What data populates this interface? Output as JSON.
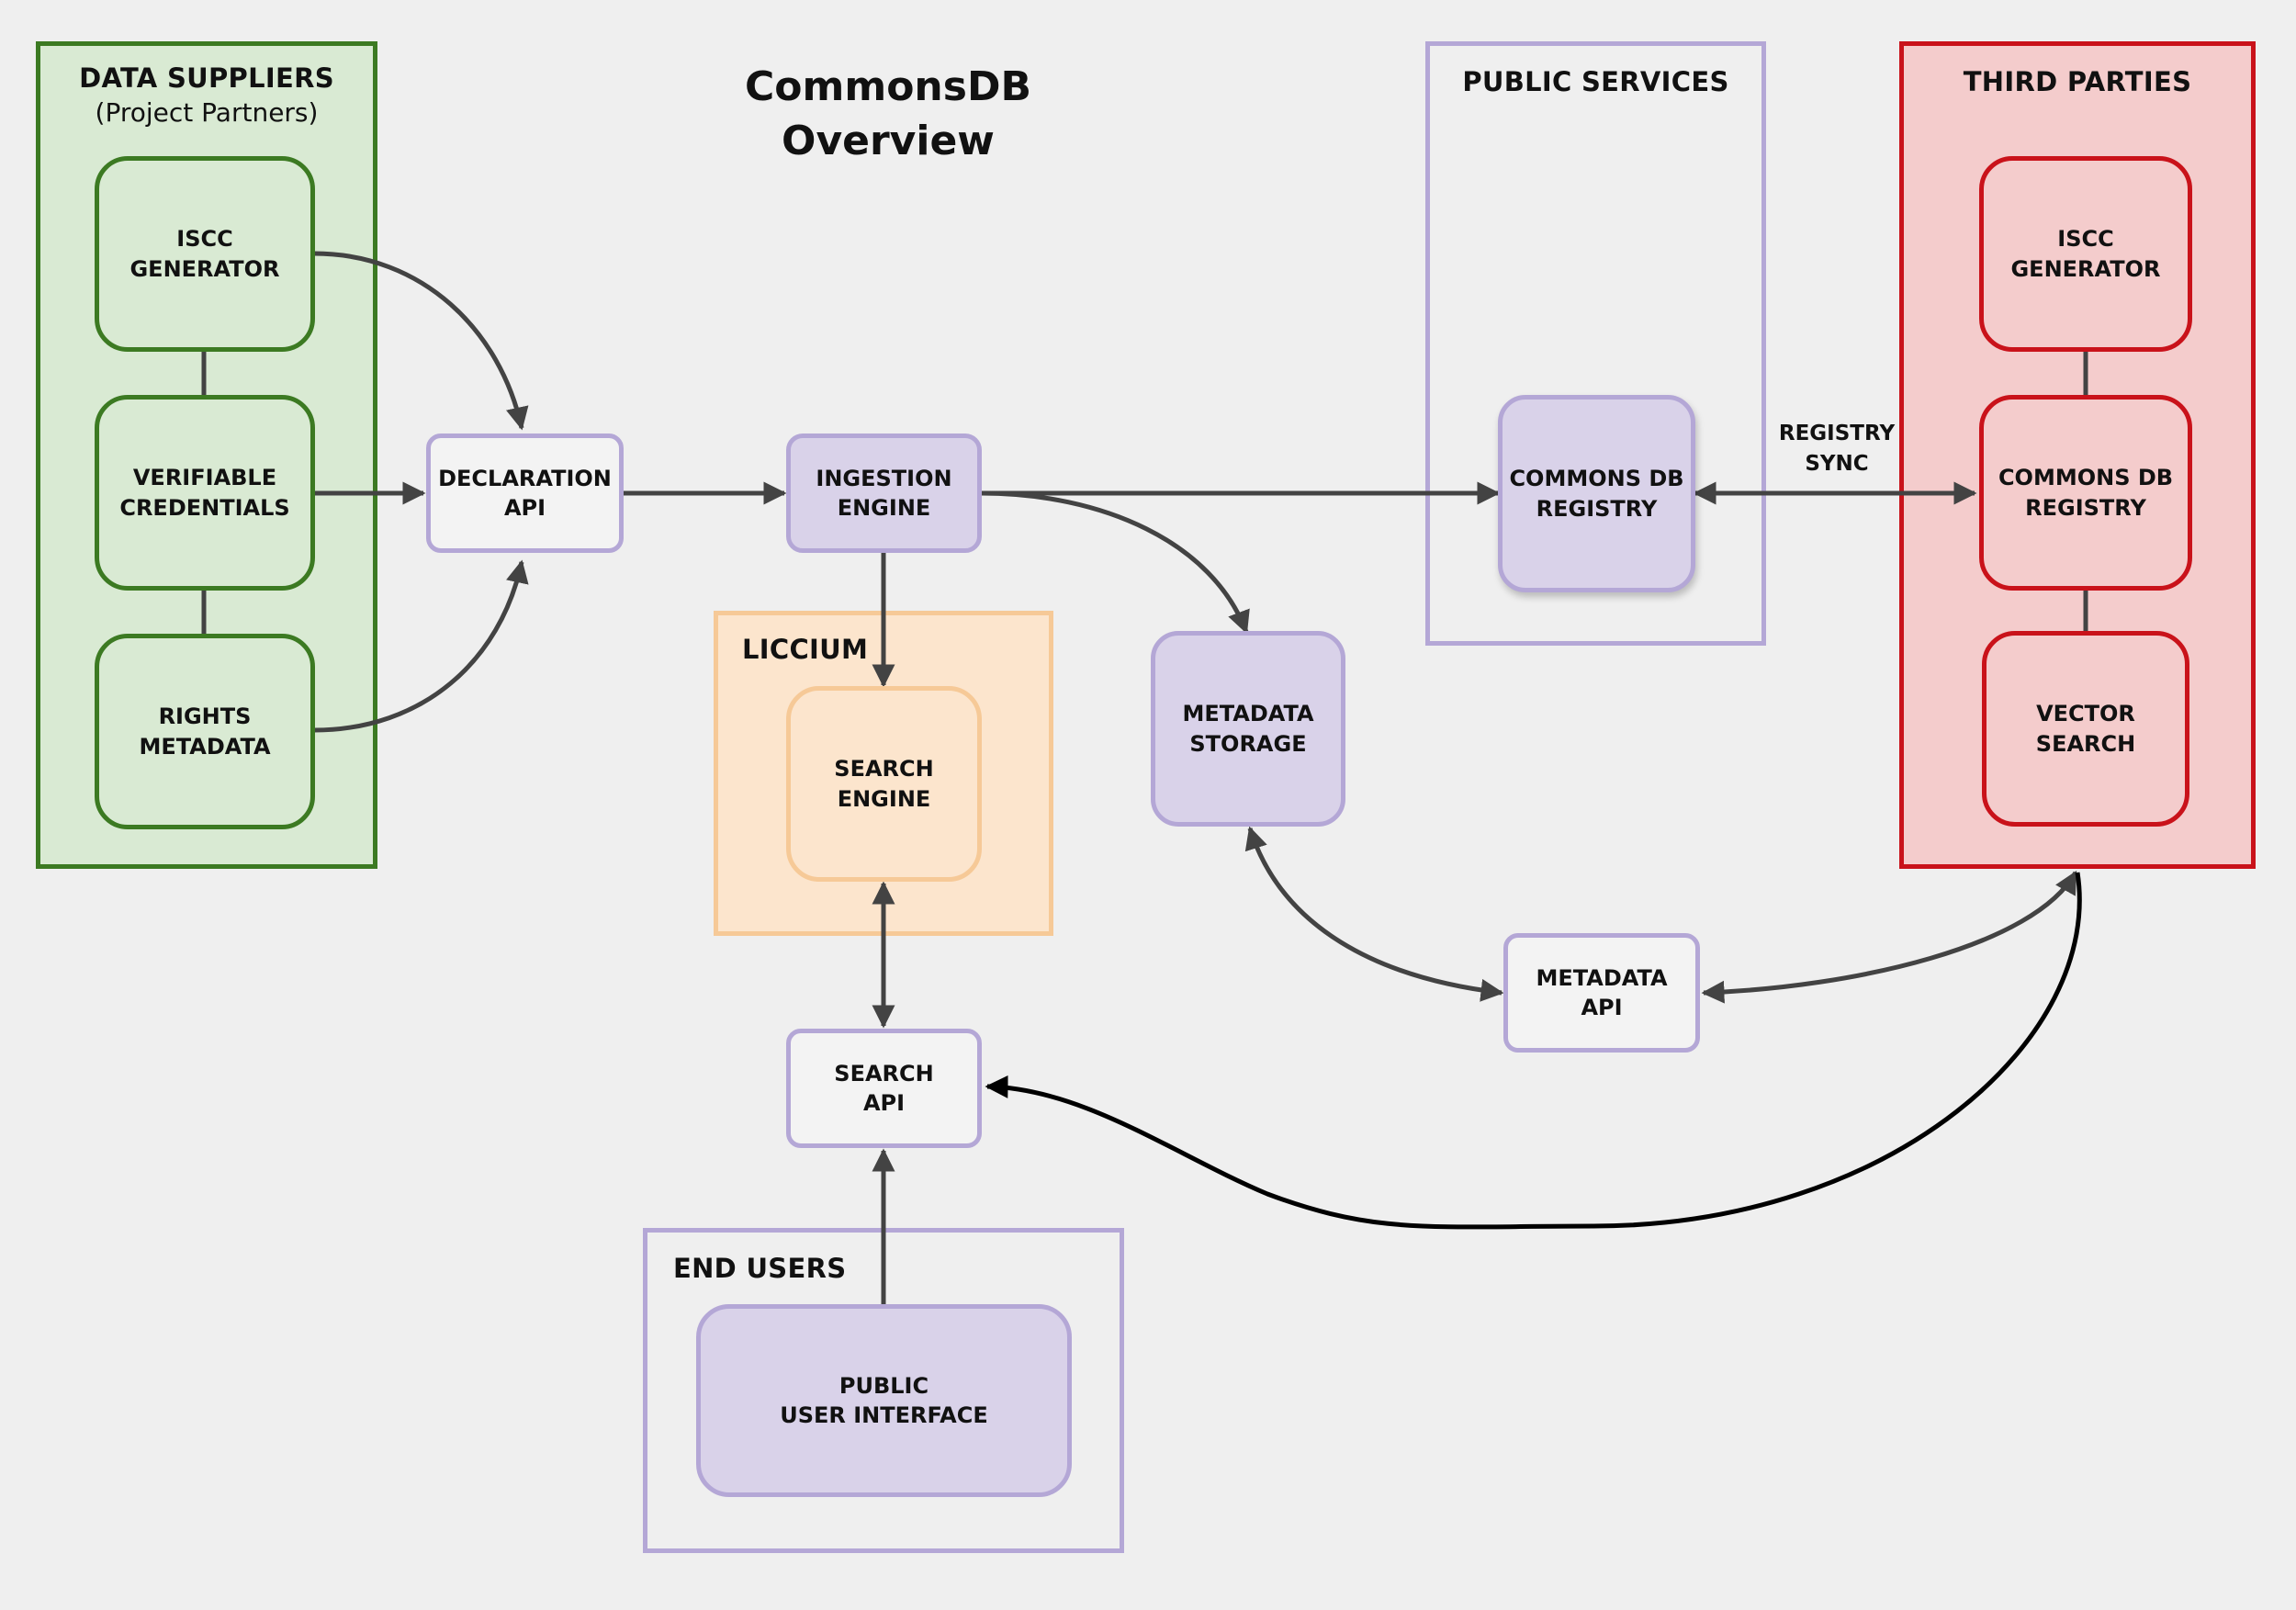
{
  "title": {
    "line1": "CommonsDB",
    "line2": "Overview"
  },
  "groups": {
    "data_suppliers": {
      "label": "DATA SUPPLIERS",
      "sublabel": "(Project Partners)"
    },
    "public_services": {
      "label": "PUBLIC SERVICES"
    },
    "third_parties": {
      "label": "THIRD PARTIES"
    },
    "liccium": {
      "label": "LICCIUM"
    },
    "end_users": {
      "label": "END USERS"
    }
  },
  "nodes": {
    "ds_iscc_generator": [
      "ISCC",
      "GENERATOR"
    ],
    "ds_verifiable_credentials": [
      "VERIFIABLE",
      "CREDENTIALS"
    ],
    "ds_rights_metadata": [
      "RIGHTS",
      "METADATA"
    ],
    "declaration_api": [
      "DECLARATION",
      "API"
    ],
    "ingestion_engine": [
      "INGESTION",
      "ENGINE"
    ],
    "search_engine": [
      "SEARCH",
      "ENGINE"
    ],
    "metadata_storage": [
      "METADATA",
      "STORAGE"
    ],
    "ps_commons_db_registry": [
      "COMMONS DB",
      "REGISTRY"
    ],
    "tp_iscc_generator": [
      "ISCC",
      "GENERATOR"
    ],
    "tp_commons_db_registry": [
      "COMMONS DB",
      "REGISTRY"
    ],
    "tp_vector_search": [
      "VECTOR",
      "SEARCH"
    ],
    "metadata_api": [
      "METADATA",
      "API"
    ],
    "search_api": [
      "SEARCH",
      "API"
    ],
    "public_user_interface": [
      "PUBLIC",
      "USER INTERFACE"
    ]
  },
  "edge_labels": {
    "registry_sync": [
      "REGISTRY",
      "SYNC"
    ]
  },
  "colors": {
    "background": "#efefef",
    "green_fill": "#d9ead3",
    "green_stroke": "#3c7a22",
    "red_fill": "#f4cccc",
    "red_stroke": "#c9121a",
    "purple_fill": "#d9d2e9",
    "purple_stroke": "#b4a7d6",
    "orange_fill": "#fce5cd",
    "orange_stroke": "#f6c997",
    "arrow": "#434343"
  }
}
